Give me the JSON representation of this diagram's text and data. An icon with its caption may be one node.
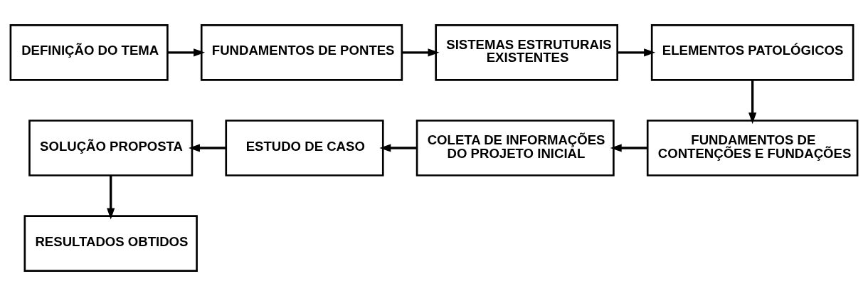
{
  "diagram": {
    "nodes": [
      {
        "text": [
          "DEFINIÇÃO DO TEMA"
        ]
      },
      {
        "text": [
          "FUNDAMENTOS DE PONTES"
        ]
      },
      {
        "text": [
          "SISTEMAS ESTRUTURAIS EXISTENTES"
        ]
      },
      {
        "text": [
          "ELEMENTOS PATOLÓGICOS"
        ]
      },
      {
        "text": [
          "FUNDAMENTOS DE CONTENÇÕES E FUNDAÇÕES"
        ]
      },
      {
        "text": [
          "COLETA DE INFORMAÇÕES DO PROJETO INICIAL"
        ]
      },
      {
        "text": [
          "ESTUDO DE CASO"
        ]
      },
      {
        "text": [
          "SOLUÇÃO PROPOSTA"
        ]
      },
      {
        "text": [
          "RESULTADOS OBTIDOS"
        ]
      }
    ],
    "edges": [
      {
        "from": 0,
        "to": 1,
        "arrow": "to"
      },
      {
        "from": 1,
        "to": 2,
        "arrow": "to"
      },
      {
        "from": 2,
        "to": 3,
        "arrow": "to"
      },
      {
        "from": 3,
        "to": 4,
        "arrow": "to"
      },
      {
        "from": 4,
        "to": 5,
        "arrow": "to"
      },
      {
        "from": 5,
        "to": 6,
        "arrow": "to"
      },
      {
        "from": 6,
        "to": 7,
        "arrow": "to"
      },
      {
        "from": 7,
        "to": 8,
        "arrow": "to"
      }
    ]
  }
}
